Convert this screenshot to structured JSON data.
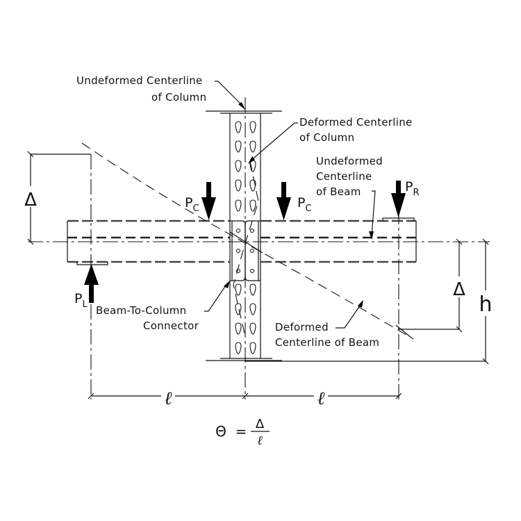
{
  "labels": {
    "undeformed_column": [
      "Undeformed Centerline",
      "of Column"
    ],
    "deformed_column": [
      "Deformed Centerline",
      "of Column"
    ],
    "undeformed_beam": [
      "Undeformed",
      "Centerline",
      "of Beam"
    ],
    "deformed_beam": [
      "Deformed",
      "Centerline of Beam"
    ],
    "connector": [
      "Beam-To-Column",
      "Connector"
    ]
  },
  "loads": {
    "left": {
      "symbol": "P",
      "subscript": "L",
      "direction": "up"
    },
    "center_left": {
      "symbol": "P",
      "subscript": "C",
      "direction": "down"
    },
    "center_right": {
      "symbol": "P",
      "subscript": "C",
      "direction": "down"
    },
    "right": {
      "symbol": "P",
      "subscript": "R",
      "direction": "down"
    }
  },
  "dimensions": {
    "left_deflection": "Δ",
    "right_deflection": "Δ",
    "height": "h",
    "span_left": "ℓ",
    "span_right": "ℓ"
  },
  "formula": {
    "lhs": "Θ",
    "equals": "=",
    "numerator": "Δ",
    "denominator": "ℓ"
  },
  "colors": {
    "ink": "#111111",
    "background": "#ffffff"
  }
}
